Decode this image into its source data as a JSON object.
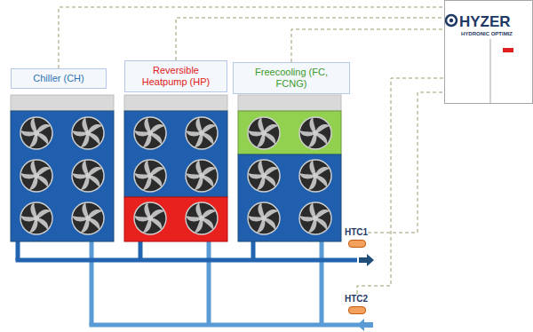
{
  "diagram": {
    "nodes": [
      {
        "text": [
          "Chiller (CH)"
        ]
      },
      {
        "text": [
          "Reversible Heatpump (HP)"
        ]
      },
      {
        "text": [
          "Freecooling (FC, FCNG)"
        ]
      },
      {
        "text": [
          "HYZER",
          "HYDRONIC OPTIMIZ"
        ]
      },
      {
        "text": [
          "HTC1"
        ]
      },
      {
        "text": [
          "HTC2"
        ]
      }
    ],
    "edges": [
      {
        "from": 0,
        "to": 3,
        "arrow": "none"
      },
      {
        "from": 1,
        "to": 3,
        "arrow": "none"
      },
      {
        "from": 2,
        "to": 3,
        "arrow": "none"
      },
      {
        "from": 4,
        "to": 3,
        "arrow": "none"
      },
      {
        "from": 5,
        "to": 3,
        "arrow": "none"
      }
    ]
  }
}
